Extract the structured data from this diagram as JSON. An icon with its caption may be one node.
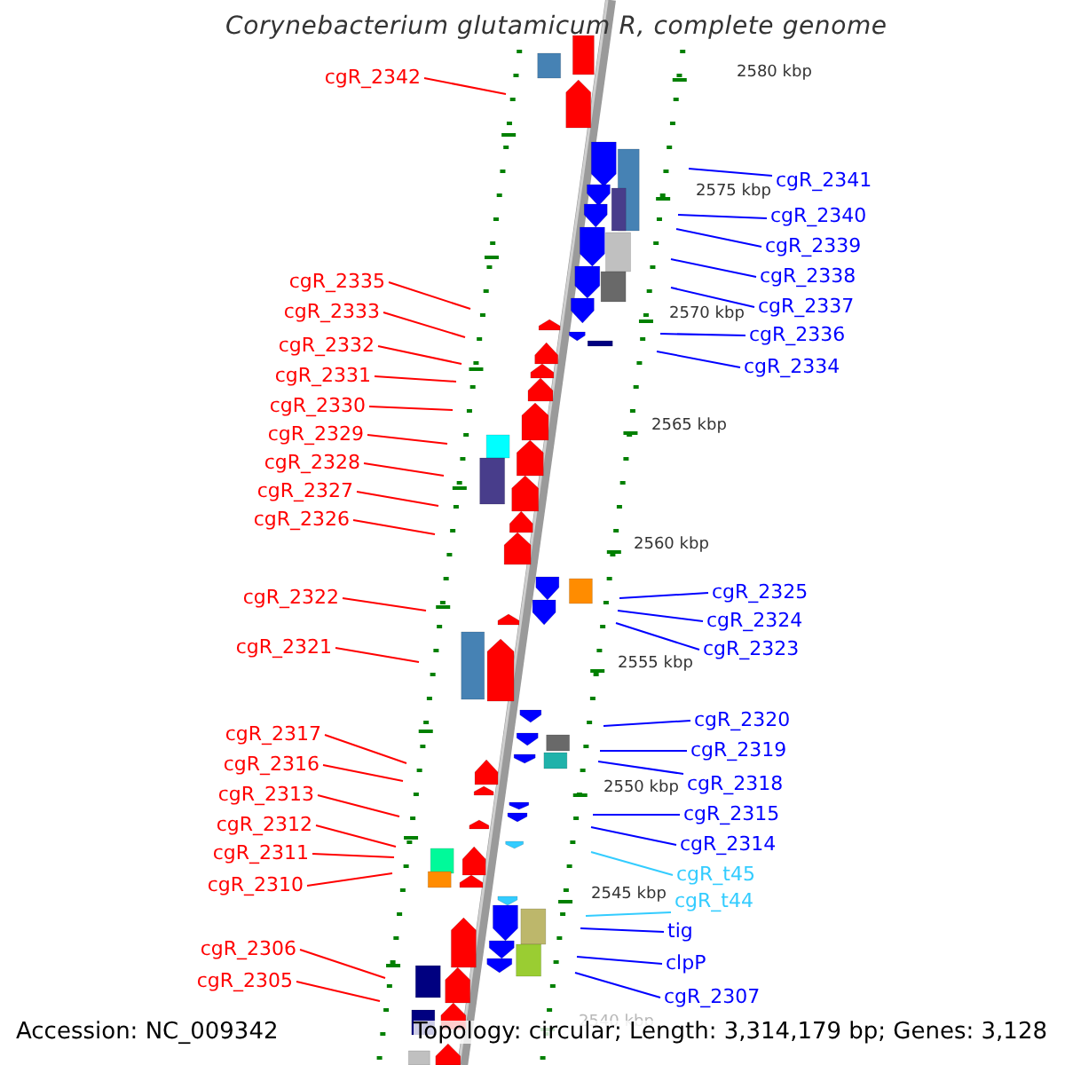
{
  "diagram": {
    "title": "Corynebacterium glutamicum R, complete genome",
    "nodes": [
      {
        "text": [
          "cgR_2342"
        ]
      },
      {
        "text": [
          "cgR_2335"
        ]
      },
      {
        "text": [
          "cgR_2333"
        ]
      },
      {
        "text": [
          "cgR_2332"
        ]
      },
      {
        "text": [
          "cgR_2331"
        ]
      },
      {
        "text": [
          "cgR_2330"
        ]
      },
      {
        "text": [
          "cgR_2329"
        ]
      },
      {
        "text": [
          "cgR_2328"
        ]
      },
      {
        "text": [
          "cgR_2327"
        ]
      },
      {
        "text": [
          "cgR_2326"
        ]
      },
      {
        "text": [
          "cgR_2322"
        ]
      },
      {
        "text": [
          "cgR_2321"
        ]
      },
      {
        "text": [
          "cgR_2317"
        ]
      },
      {
        "text": [
          "cgR_2316"
        ]
      },
      {
        "text": [
          "cgR_2313"
        ]
      },
      {
        "text": [
          "cgR_2312"
        ]
      },
      {
        "text": [
          "cgR_2311"
        ]
      },
      {
        "text": [
          "cgR_2310"
        ]
      },
      {
        "text": [
          "cgR_2306"
        ]
      },
      {
        "text": [
          "cgR_2305"
        ]
      },
      {
        "text": [
          "cgR_2341"
        ]
      },
      {
        "text": [
          "cgR_2340"
        ]
      },
      {
        "text": [
          "cgR_2339"
        ]
      },
      {
        "text": [
          "cgR_2338"
        ]
      },
      {
        "text": [
          "cgR_2337"
        ]
      },
      {
        "text": [
          "cgR_2336"
        ]
      },
      {
        "text": [
          "cgR_2334"
        ]
      },
      {
        "text": [
          "cgR_2325"
        ]
      },
      {
        "text": [
          "cgR_2324"
        ]
      },
      {
        "text": [
          "cgR_2323"
        ]
      },
      {
        "text": [
          "cgR_2320"
        ]
      },
      {
        "text": [
          "cgR_2319"
        ]
      },
      {
        "text": [
          "cgR_2318"
        ]
      },
      {
        "text": [
          "cgR_2315"
        ]
      },
      {
        "text": [
          "cgR_2314"
        ]
      },
      {
        "text": [
          "cgR_t45"
        ]
      },
      {
        "text": [
          "cgR_t44"
        ]
      },
      {
        "text": [
          "tig"
        ]
      },
      {
        "text": [
          "clpP"
        ]
      },
      {
        "text": [
          "cgR_2307"
        ]
      }
    ],
    "edges": [
      {
        "from": 0,
        "to": null,
        "arrow": "none",
        "color": "#ff0000"
      },
      {
        "from": 1,
        "to": null,
        "arrow": "none",
        "color": "#ff0000"
      },
      {
        "from": 2,
        "to": null,
        "arrow": "none",
        "color": "#ff0000"
      },
      {
        "from": 3,
        "to": null,
        "arrow": "none",
        "color": "#ff0000"
      },
      {
        "from": 4,
        "to": null,
        "arrow": "none",
        "color": "#ff0000"
      },
      {
        "from": 5,
        "to": null,
        "arrow": "none",
        "color": "#ff0000"
      },
      {
        "from": 6,
        "to": null,
        "arrow": "none",
        "color": "#ff0000"
      },
      {
        "from": 7,
        "to": null,
        "arrow": "none",
        "color": "#ff0000"
      },
      {
        "from": 8,
        "to": null,
        "arrow": "none",
        "color": "#ff0000"
      },
      {
        "from": 9,
        "to": null,
        "arrow": "none",
        "color": "#ff0000"
      },
      {
        "from": 10,
        "to": null,
        "arrow": "none",
        "color": "#ff0000"
      },
      {
        "from": 11,
        "to": null,
        "arrow": "none",
        "color": "#ff0000"
      },
      {
        "from": 12,
        "to": null,
        "arrow": "none",
        "color": "#ff0000"
      },
      {
        "from": 13,
        "to": null,
        "arrow": "none",
        "color": "#ff0000"
      },
      {
        "from": 14,
        "to": null,
        "arrow": "none",
        "color": "#ff0000"
      },
      {
        "from": 15,
        "to": null,
        "arrow": "none",
        "color": "#ff0000"
      },
      {
        "from": 16,
        "to": null,
        "arrow": "none",
        "color": "#ff0000"
      },
      {
        "from": 17,
        "to": null,
        "arrow": "none",
        "color": "#ff0000"
      },
      {
        "from": 18,
        "to": null,
        "arrow": "none",
        "color": "#ff0000"
      },
      {
        "from": 19,
        "to": null,
        "arrow": "none",
        "color": "#ff0000"
      },
      {
        "from": 20,
        "to": null,
        "arrow": "none",
        "color": "#0000ff"
      },
      {
        "from": 21,
        "to": null,
        "arrow": "none",
        "color": "#0000ff"
      },
      {
        "from": 22,
        "to": null,
        "arrow": "none",
        "color": "#0000ff"
      },
      {
        "from": 23,
        "to": null,
        "arrow": "none",
        "color": "#0000ff"
      },
      {
        "from": 24,
        "to": null,
        "arrow": "none",
        "color": "#0000ff"
      },
      {
        "from": 25,
        "to": null,
        "arrow": "none",
        "color": "#0000ff"
      },
      {
        "from": 26,
        "to": null,
        "arrow": "none",
        "color": "#0000ff"
      },
      {
        "from": 27,
        "to": null,
        "arrow": "none",
        "color": "#0000ff"
      },
      {
        "from": 28,
        "to": null,
        "arrow": "none",
        "color": "#0000ff"
      },
      {
        "from": 29,
        "to": null,
        "arrow": "none",
        "color": "#0000ff"
      },
      {
        "from": 30,
        "to": null,
        "arrow": "none",
        "color": "#0000ff"
      },
      {
        "from": 31,
        "to": null,
        "arrow": "none",
        "color": "#0000ff"
      },
      {
        "from": 32,
        "to": null,
        "arrow": "none",
        "color": "#0000ff"
      },
      {
        "from": 33,
        "to": null,
        "arrow": "none",
        "color": "#0000ff"
      },
      {
        "from": 34,
        "to": null,
        "arrow": "none",
        "color": "#0000ff"
      },
      {
        "from": 35,
        "to": null,
        "arrow": "none",
        "color": "#33ccff"
      },
      {
        "from": 36,
        "to": null,
        "arrow": "none",
        "color": "#33ccff"
      },
      {
        "from": 37,
        "to": null,
        "arrow": "none",
        "color": "#0000ff"
      },
      {
        "from": 38,
        "to": null,
        "arrow": "none",
        "color": "#0000ff"
      },
      {
        "from": 39,
        "to": null,
        "arrow": "none",
        "color": "#0000ff"
      }
    ],
    "labels": [
      "2580 kbp",
      "2575 kbp",
      "2570 kbp",
      "2565 kbp",
      "2560 kbp",
      "2555 kbp",
      "2550 kbp",
      "2545 kbp",
      "2540 kbp",
      "Accession: NC_009342",
      "Topology: circular; Length: 3,314,179 bp; Genes: 3,128"
    ]
  }
}
